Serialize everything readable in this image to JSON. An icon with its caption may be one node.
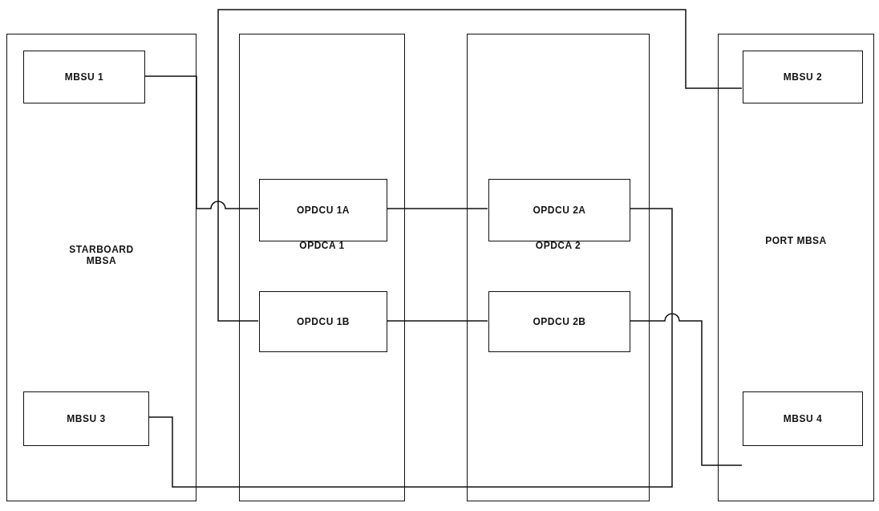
{
  "diagram": {
    "nodes": [
      {
        "text": [
          "STARBOARD MBSA"
        ]
      },
      {
        "text": [
          "MBSU 1"
        ],
        "in": 0
      },
      {
        "text": [
          "MBSU 3"
        ],
        "in": 0
      },
      {
        "text": [
          "OPDCA 1"
        ]
      },
      {
        "text": [
          "OPDCU 1A"
        ],
        "in": 3
      },
      {
        "text": [
          "OPDCU 1B"
        ],
        "in": 3
      },
      {
        "text": [
          "OPDCA 2"
        ]
      },
      {
        "text": [
          "OPDCU 2A"
        ],
        "in": 6
      },
      {
        "text": [
          "OPDCU 2B"
        ],
        "in": 6
      },
      {
        "text": [
          "PORT MBSA"
        ]
      },
      {
        "text": [
          "MBSU 2"
        ],
        "in": 9
      },
      {
        "text": [
          "MBSU 4"
        ],
        "in": 9
      }
    ],
    "edges": [
      {
        "from": 1,
        "to": 4,
        "arrow": "none"
      },
      {
        "from": 4,
        "to": 7,
        "arrow": "none"
      },
      {
        "from": 5,
        "to": 8,
        "arrow": "none"
      },
      {
        "from": 10,
        "to": 5,
        "arrow": "none"
      },
      {
        "from": 7,
        "to": 2,
        "arrow": "none"
      },
      {
        "from": 8,
        "to": 11,
        "arrow": "none"
      }
    ]
  }
}
